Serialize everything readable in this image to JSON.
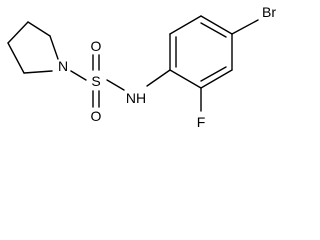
{
  "molecule": {
    "atoms": {
      "n_ring": "N",
      "s": "S",
      "o_top": "O",
      "o_bottom": "O",
      "nh": "NH",
      "br": "Br",
      "f": "F"
    }
  },
  "colors": {
    "bond": "#000000",
    "text": "#000000",
    "background": "#ffffff"
  }
}
